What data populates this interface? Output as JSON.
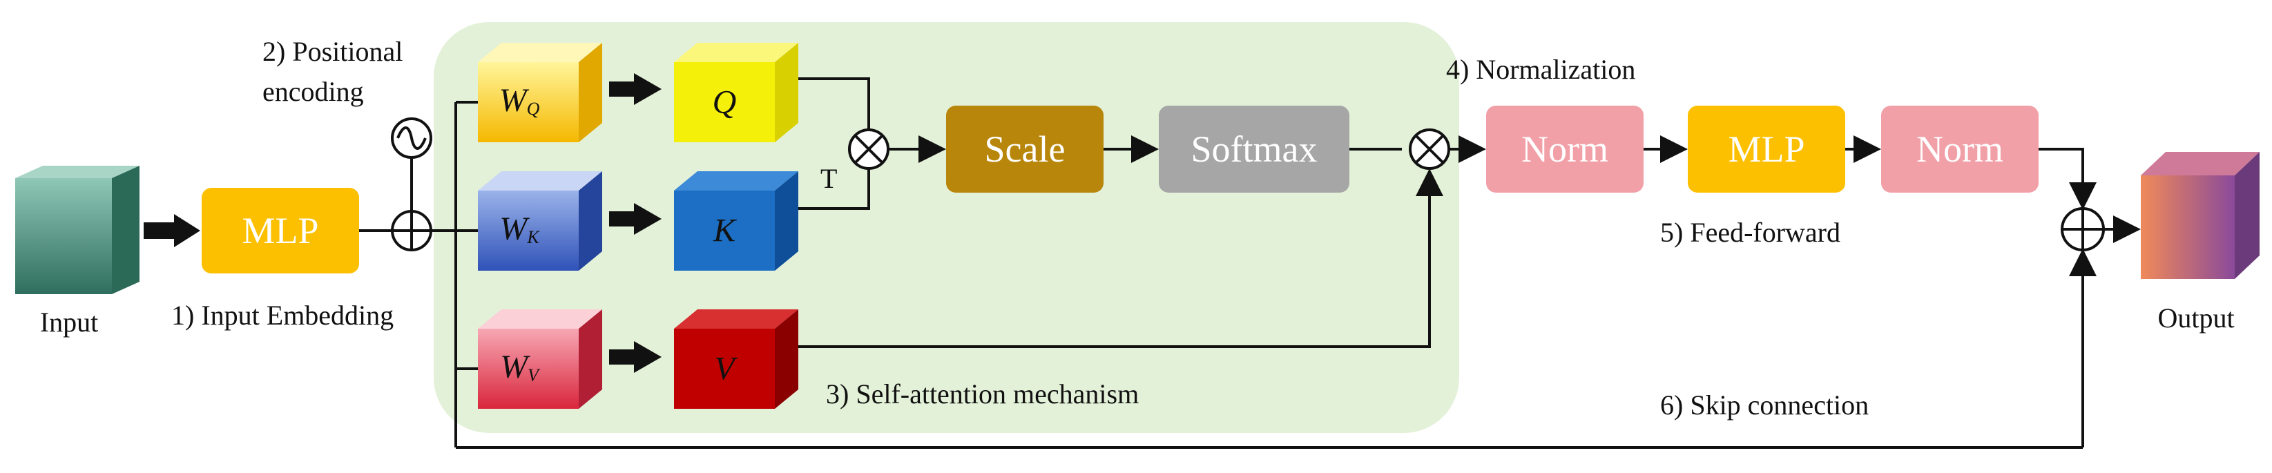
{
  "labels": {
    "input": "Input",
    "output": "Output",
    "input_embedding": "1) Input Embedding",
    "positional_line1": "2) Positional",
    "positional_line2": "encoding",
    "self_attention": "3) Self-attention mechanism",
    "normalization": "4) Normalization",
    "feed_forward": "5) Feed-forward",
    "skip_connection": "6) Skip connection",
    "transpose": "T"
  },
  "blocks": {
    "mlp_embed": "MLP",
    "scale": "Scale",
    "softmax": "Softmax",
    "norm1": "Norm",
    "mlp_ff": "MLP",
    "norm2": "Norm"
  },
  "cubes": {
    "wq": "W",
    "wq_sub": "Q",
    "wk": "W",
    "wk_sub": "K",
    "wv": "W",
    "wv_sub": "V",
    "q": "Q",
    "k": "K",
    "v": "V"
  },
  "colors": {
    "attention_bg": "#e3f1d8",
    "mlp": "#fcc000",
    "scale": "#b8860b",
    "softmax": "#a6a6a6",
    "norm": "#f2a0a8",
    "q": "#f5f00a",
    "k": "#1c6fc4",
    "v": "#c00000",
    "input_cube": "#3e8573",
    "output_cube": "#c05a7a"
  }
}
